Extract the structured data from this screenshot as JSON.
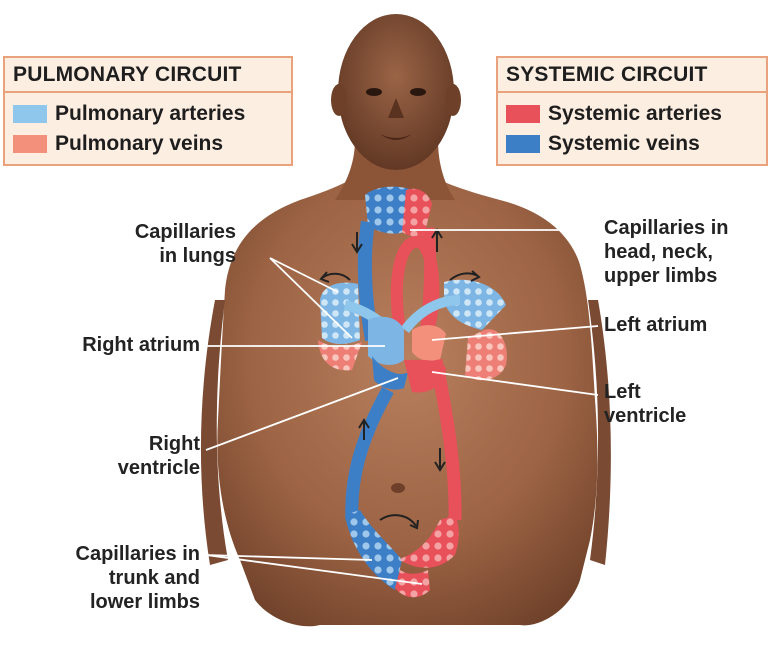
{
  "legends": {
    "pulmonary": {
      "title": "PULMONARY CIRCUIT",
      "items": [
        {
          "label": "Pulmonary arteries",
          "color": "#8ec6ec"
        },
        {
          "label": "Pulmonary veins",
          "color": "#f2907c"
        }
      ]
    },
    "systemic": {
      "title": "SYSTEMIC CIRCUIT",
      "items": [
        {
          "label": "Systemic arteries",
          "color": "#e8505a"
        },
        {
          "label": "Systemic veins",
          "color": "#3d7fc6"
        }
      ]
    }
  },
  "labels": {
    "capillaries_lungs": [
      "Capillaries",
      "in lungs"
    ],
    "right_atrium": "Right atrium",
    "right_ventricle": [
      "Right",
      "ventricle"
    ],
    "capillaries_trunk": [
      "Capillaries in",
      "trunk and",
      "lower limbs"
    ],
    "capillaries_head": [
      "Capillaries in",
      "head, neck,",
      "upper limbs"
    ],
    "left_atrium": "Left atrium",
    "left_ventricle": [
      "Left",
      "ventricle"
    ]
  },
  "colors": {
    "skin": "#a56a4a",
    "skin_dark": "#7a4a32",
    "systemic_artery": "#e8505a",
    "systemic_vein": "#3d7fc6",
    "pulmonary_artery": "#8ec6ec",
    "pulmonary_vein": "#f2907c",
    "leader_line": "#ffffff"
  }
}
